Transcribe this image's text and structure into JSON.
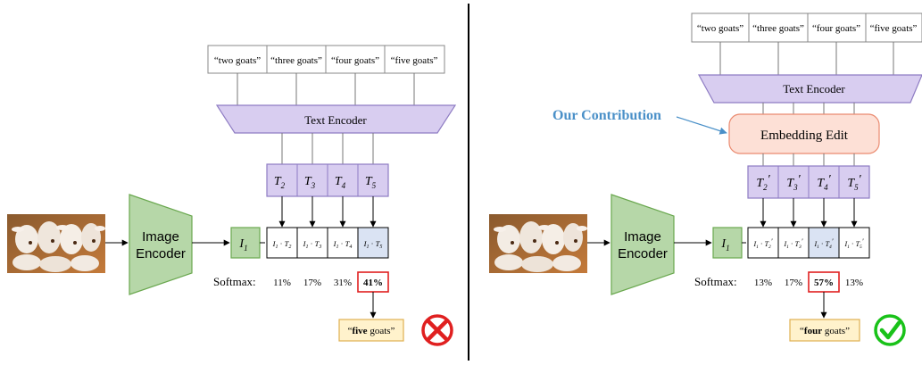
{
  "prompts": [
    "“two goats”",
    "“three goats”",
    "“four goats”",
    "“five goats”"
  ],
  "text_encoder_label": "Text Encoder",
  "image_encoder_label": [
    "Image",
    "Encoder"
  ],
  "image_embedding_label": "I",
  "image_embedding_sub": "1",
  "softmax_label": "Softmax:",
  "left": {
    "text_embeddings": [
      {
        "base": "T",
        "sub": "2"
      },
      {
        "base": "T",
        "sub": "3"
      },
      {
        "base": "T",
        "sub": "4"
      },
      {
        "base": "T",
        "sub": "5"
      }
    ],
    "dot_products": [
      {
        "a": "I",
        "as": "1",
        "b": "T",
        "bs": "2"
      },
      {
        "a": "I",
        "as": "1",
        "b": "T",
        "bs": "3"
      },
      {
        "a": "I",
        "as": "1",
        "b": "T",
        "bs": "4"
      },
      {
        "a": "I",
        "as": "1",
        "b": "T",
        "bs": "5"
      }
    ],
    "softmax_values": [
      "11%",
      "17%",
      "31%",
      "41%"
    ],
    "selected_index": 3,
    "result_bold": "five",
    "result_rest": " goats”",
    "result_open": "“",
    "status": "wrong"
  },
  "right": {
    "contribution_label": "Our Contribution",
    "edit_label": "Embedding Edit",
    "text_embeddings": [
      {
        "base": "T",
        "sub": "2",
        "prime": "′"
      },
      {
        "base": "T",
        "sub": "3",
        "prime": "′"
      },
      {
        "base": "T",
        "sub": "4",
        "prime": "′"
      },
      {
        "base": "T",
        "sub": "5",
        "prime": "′"
      }
    ],
    "dot_products": [
      {
        "a": "I",
        "as": "1",
        "b": "T",
        "bs": "2",
        "p": "′"
      },
      {
        "a": "I",
        "as": "1",
        "b": "T",
        "bs": "3",
        "p": "′"
      },
      {
        "a": "I",
        "as": "1",
        "b": "T",
        "bs": "4",
        "p": "′"
      },
      {
        "a": "I",
        "as": "1",
        "b": "T",
        "bs": "5",
        "p": "′"
      }
    ],
    "softmax_values": [
      "13%",
      "17%",
      "57%",
      "13%"
    ],
    "selected_index": 2,
    "result_bold": "four",
    "result_rest": " goats”",
    "result_open": "“",
    "status": "correct"
  },
  "colors": {
    "purple_fill": "#d8cdf0",
    "purple_stroke": "#8e7cc3",
    "green_fill": "#b6d7a8",
    "green_stroke": "#6aa84f",
    "blue_cell": "#dae3f3",
    "red": "#e02020",
    "green_check": "#19c219",
    "orange_fill": "#fde0d6",
    "orange_stroke": "#ea8a6f",
    "yellow_fill": "#fff2cc",
    "yellow_stroke": "#e0b050",
    "contribution_blue": "#4a90c8"
  }
}
